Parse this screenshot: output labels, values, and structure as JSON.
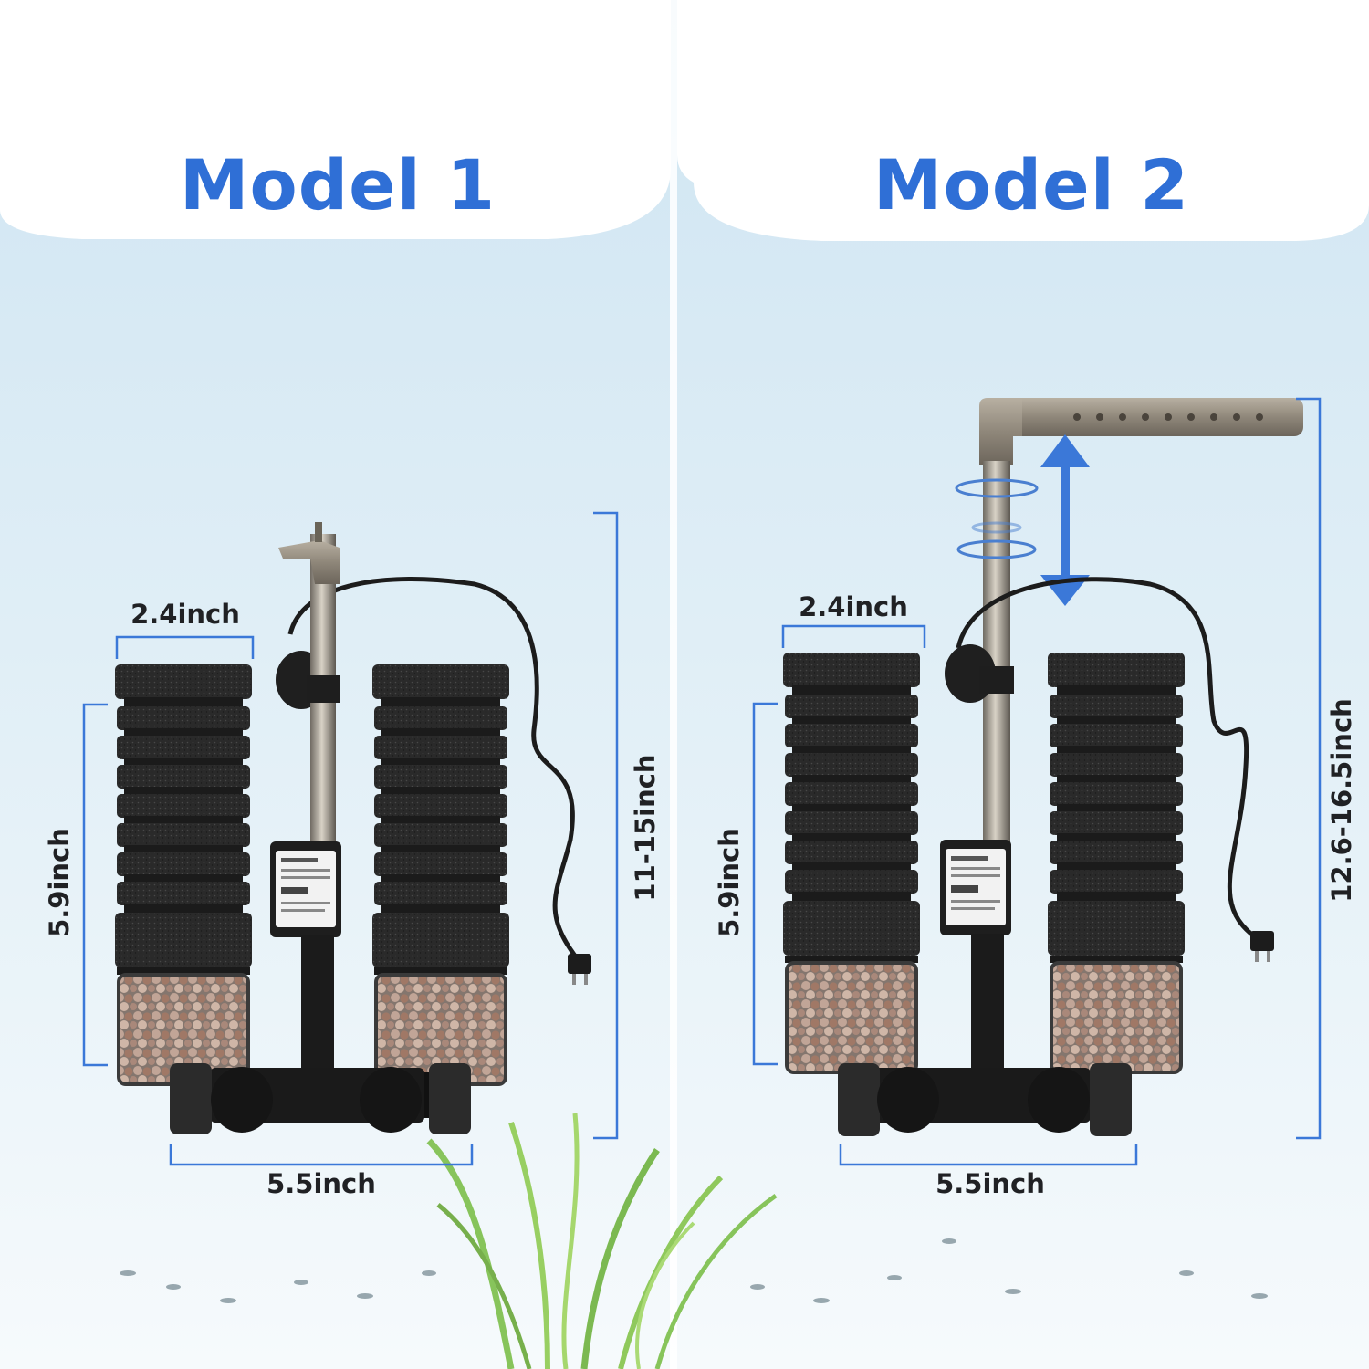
{
  "colors": {
    "title": "#2f6fd6",
    "dimension_line": "#3b78d8",
    "sky_top": "#d4e8f4",
    "sky_bottom": "#ffffff",
    "divider": "#ffffff",
    "sponge": "#262626",
    "media": "#a98672"
  },
  "model_1": {
    "title": "Model 1",
    "sponge_width": "2.4inch",
    "sponge_height": "5.9inch",
    "total_height": "11-15inch",
    "base_width": "5.5inch"
  },
  "model_2": {
    "title": "Model 2",
    "sponge_width": "2.4inch",
    "sponge_height": "5.9inch",
    "total_height": "12.6-16.5inch",
    "base_width": "5.5inch"
  }
}
